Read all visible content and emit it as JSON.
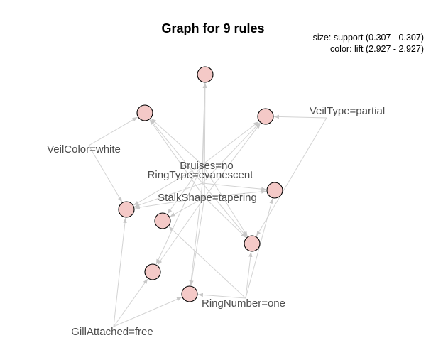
{
  "title": "Graph for 9 rules",
  "legend": {
    "size_text": "size: support (0.307 - 0.307)",
    "color_text": "color: lift (2.927 - 2.927)"
  },
  "colors": {
    "rule_node_fill": "#f4c9c7",
    "edge": "#d3d3d3",
    "label": "#4d4d4d"
  },
  "items": [
    {
      "id": "veiltype",
      "label": "VeilType=partial"
    },
    {
      "id": "veilcolor",
      "label": "VeilColor=white"
    },
    {
      "id": "bruises",
      "label": "Bruises=no"
    },
    {
      "id": "ringtype",
      "label": "RingType=evanescent"
    },
    {
      "id": "stalkshape",
      "label": "StalkShape=tapering"
    },
    {
      "id": "ringnumber",
      "label": "RingNumber=one"
    },
    {
      "id": "gillattached",
      "label": "GillAttached=free"
    }
  ],
  "rules": [
    "r1",
    "r2",
    "r3",
    "r4",
    "r5",
    "r6",
    "r7",
    "r8",
    "r9"
  ],
  "edges": [
    [
      "veiltype",
      "r2"
    ],
    [
      "veiltype",
      "r5"
    ],
    [
      "veilcolor",
      "r1"
    ],
    [
      "veilcolor",
      "r6"
    ],
    [
      "gillattached",
      "r6"
    ],
    [
      "gillattached",
      "r8"
    ],
    [
      "gillattached",
      "r9"
    ],
    [
      "ringnumber",
      "r9"
    ],
    [
      "ringnumber",
      "r4"
    ],
    [
      "ringnumber",
      "r5"
    ],
    [
      "ringnumber",
      "r7"
    ],
    [
      "bruises",
      "r1"
    ],
    [
      "bruises",
      "r2"
    ],
    [
      "bruises",
      "r3"
    ],
    [
      "bruises",
      "r5"
    ],
    [
      "bruises",
      "r6"
    ],
    [
      "bruises",
      "r7"
    ],
    [
      "bruises",
      "r8"
    ],
    [
      "ringtype",
      "r1"
    ],
    [
      "ringtype",
      "r2"
    ],
    [
      "ringtype",
      "r3"
    ],
    [
      "ringtype",
      "r4"
    ],
    [
      "ringtype",
      "r5"
    ],
    [
      "ringtype",
      "r6"
    ],
    [
      "ringtype",
      "r9"
    ],
    [
      "stalkshape",
      "r1"
    ],
    [
      "stalkshape",
      "r2"
    ],
    [
      "stalkshape",
      "r3"
    ],
    [
      "stalkshape",
      "r4"
    ],
    [
      "stalkshape",
      "r5"
    ],
    [
      "stalkshape",
      "r6"
    ],
    [
      "stalkshape",
      "r7"
    ],
    [
      "stalkshape",
      "r8"
    ],
    [
      "stalkshape",
      "r9"
    ]
  ]
}
